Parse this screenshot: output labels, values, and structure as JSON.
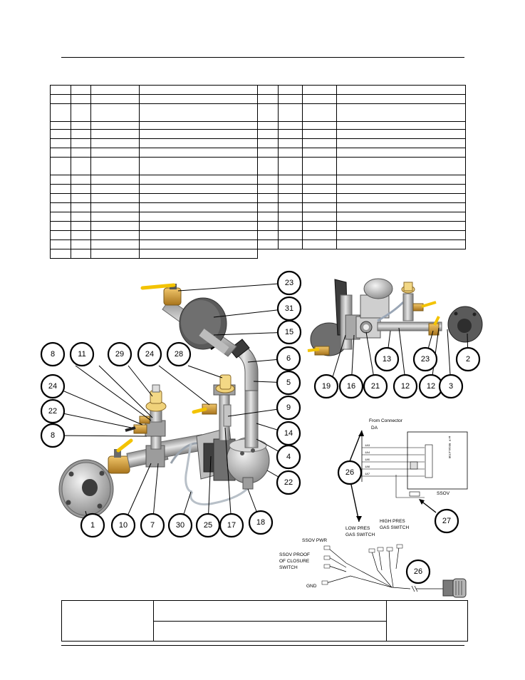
{
  "callouts": {
    "c1": "1",
    "c2": "2",
    "c3": "3",
    "c4": "4",
    "c5": "5",
    "c6": "6",
    "c7": "7",
    "c8a": "8",
    "c8b": "8",
    "c9": "9",
    "c10": "10",
    "c11": "11",
    "c12a": "12",
    "c12b": "12",
    "c13": "13",
    "c14": "14",
    "c15": "15",
    "c16": "16",
    "c17": "17",
    "c18": "18",
    "c19": "19",
    "c21": "21",
    "c22a": "22",
    "c22b": "22",
    "c23a": "23",
    "c23b": "23",
    "c24a": "24",
    "c24b": "24",
    "c25": "25",
    "c26a": "26",
    "c26b": "26",
    "c27": "27",
    "c28": "28",
    "c29": "29",
    "c30": "30",
    "c31": "31"
  },
  "wiring": {
    "from_connector": "From Connector",
    "connector_id": "DA",
    "ssov": "SSOV",
    "low_pres": "LOW PRES",
    "gas_switch_low": "GAS SWITCH",
    "high_pres": "HIGH PRES",
    "gas_switch_high": "GAS SWITCH",
    "ssov_pwr": "SSOV PWR",
    "ssov_proof": "SSOV PROOF",
    "of_closure": "OF CLOSURE",
    "switch": "SWITCH",
    "gnd": "GND",
    "wire_labels": [
      "1A3",
      "1A4",
      "1A5",
      "1A6",
      "1A7"
    ],
    "regulator_text": "W/P REGULATOR"
  },
  "colors": {
    "valve_yellow": "#f3c300",
    "brass": "#d8a23a",
    "pipe_gray": "#b9b9b9",
    "dark_gray": "#555555"
  }
}
